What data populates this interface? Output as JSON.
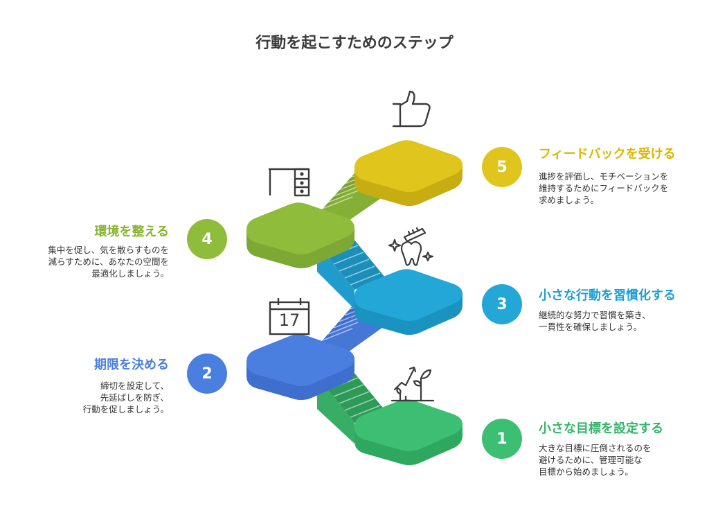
{
  "title": "行動を起こすためのステップ",
  "colors": {
    "step1": "#3cbf73",
    "step2": "#4a7fe0",
    "step3": "#22a7d6",
    "step4": "#8fbc3a",
    "step5": "#e0c51c"
  },
  "steps": [
    {
      "number": "1",
      "heading": "小さな目標を設定する",
      "description": "大きな目標に圧倒されるのを\n避けるために、管理可能な\n目標から始めましょう。",
      "icon": "plant-growth-icon"
    },
    {
      "number": "2",
      "heading": "期限を決める",
      "description": "締切を設定して、\n先延ばしを防ぎ、\n行動を促しましょう。",
      "icon": "calendar-icon",
      "calendar_day": "17"
    },
    {
      "number": "3",
      "heading": "小さな行動を習慣化する",
      "description": "継続的な努力で習慣を築き、\n一貫性を確保しましょう。",
      "icon": "toothbrush-tooth-icon"
    },
    {
      "number": "4",
      "heading": "環境を整える",
      "description": "集中を促し、気を散らすものを\n減らすために、あなたの空間を\n最適化しましょう。",
      "icon": "desk-icon"
    },
    {
      "number": "5",
      "heading": "フィードバックを受ける",
      "description": "進捗を評価し、モチベーションを\n維持するためにフィードバックを\n求めましょう。",
      "icon": "thumbs-up-icon"
    }
  ]
}
